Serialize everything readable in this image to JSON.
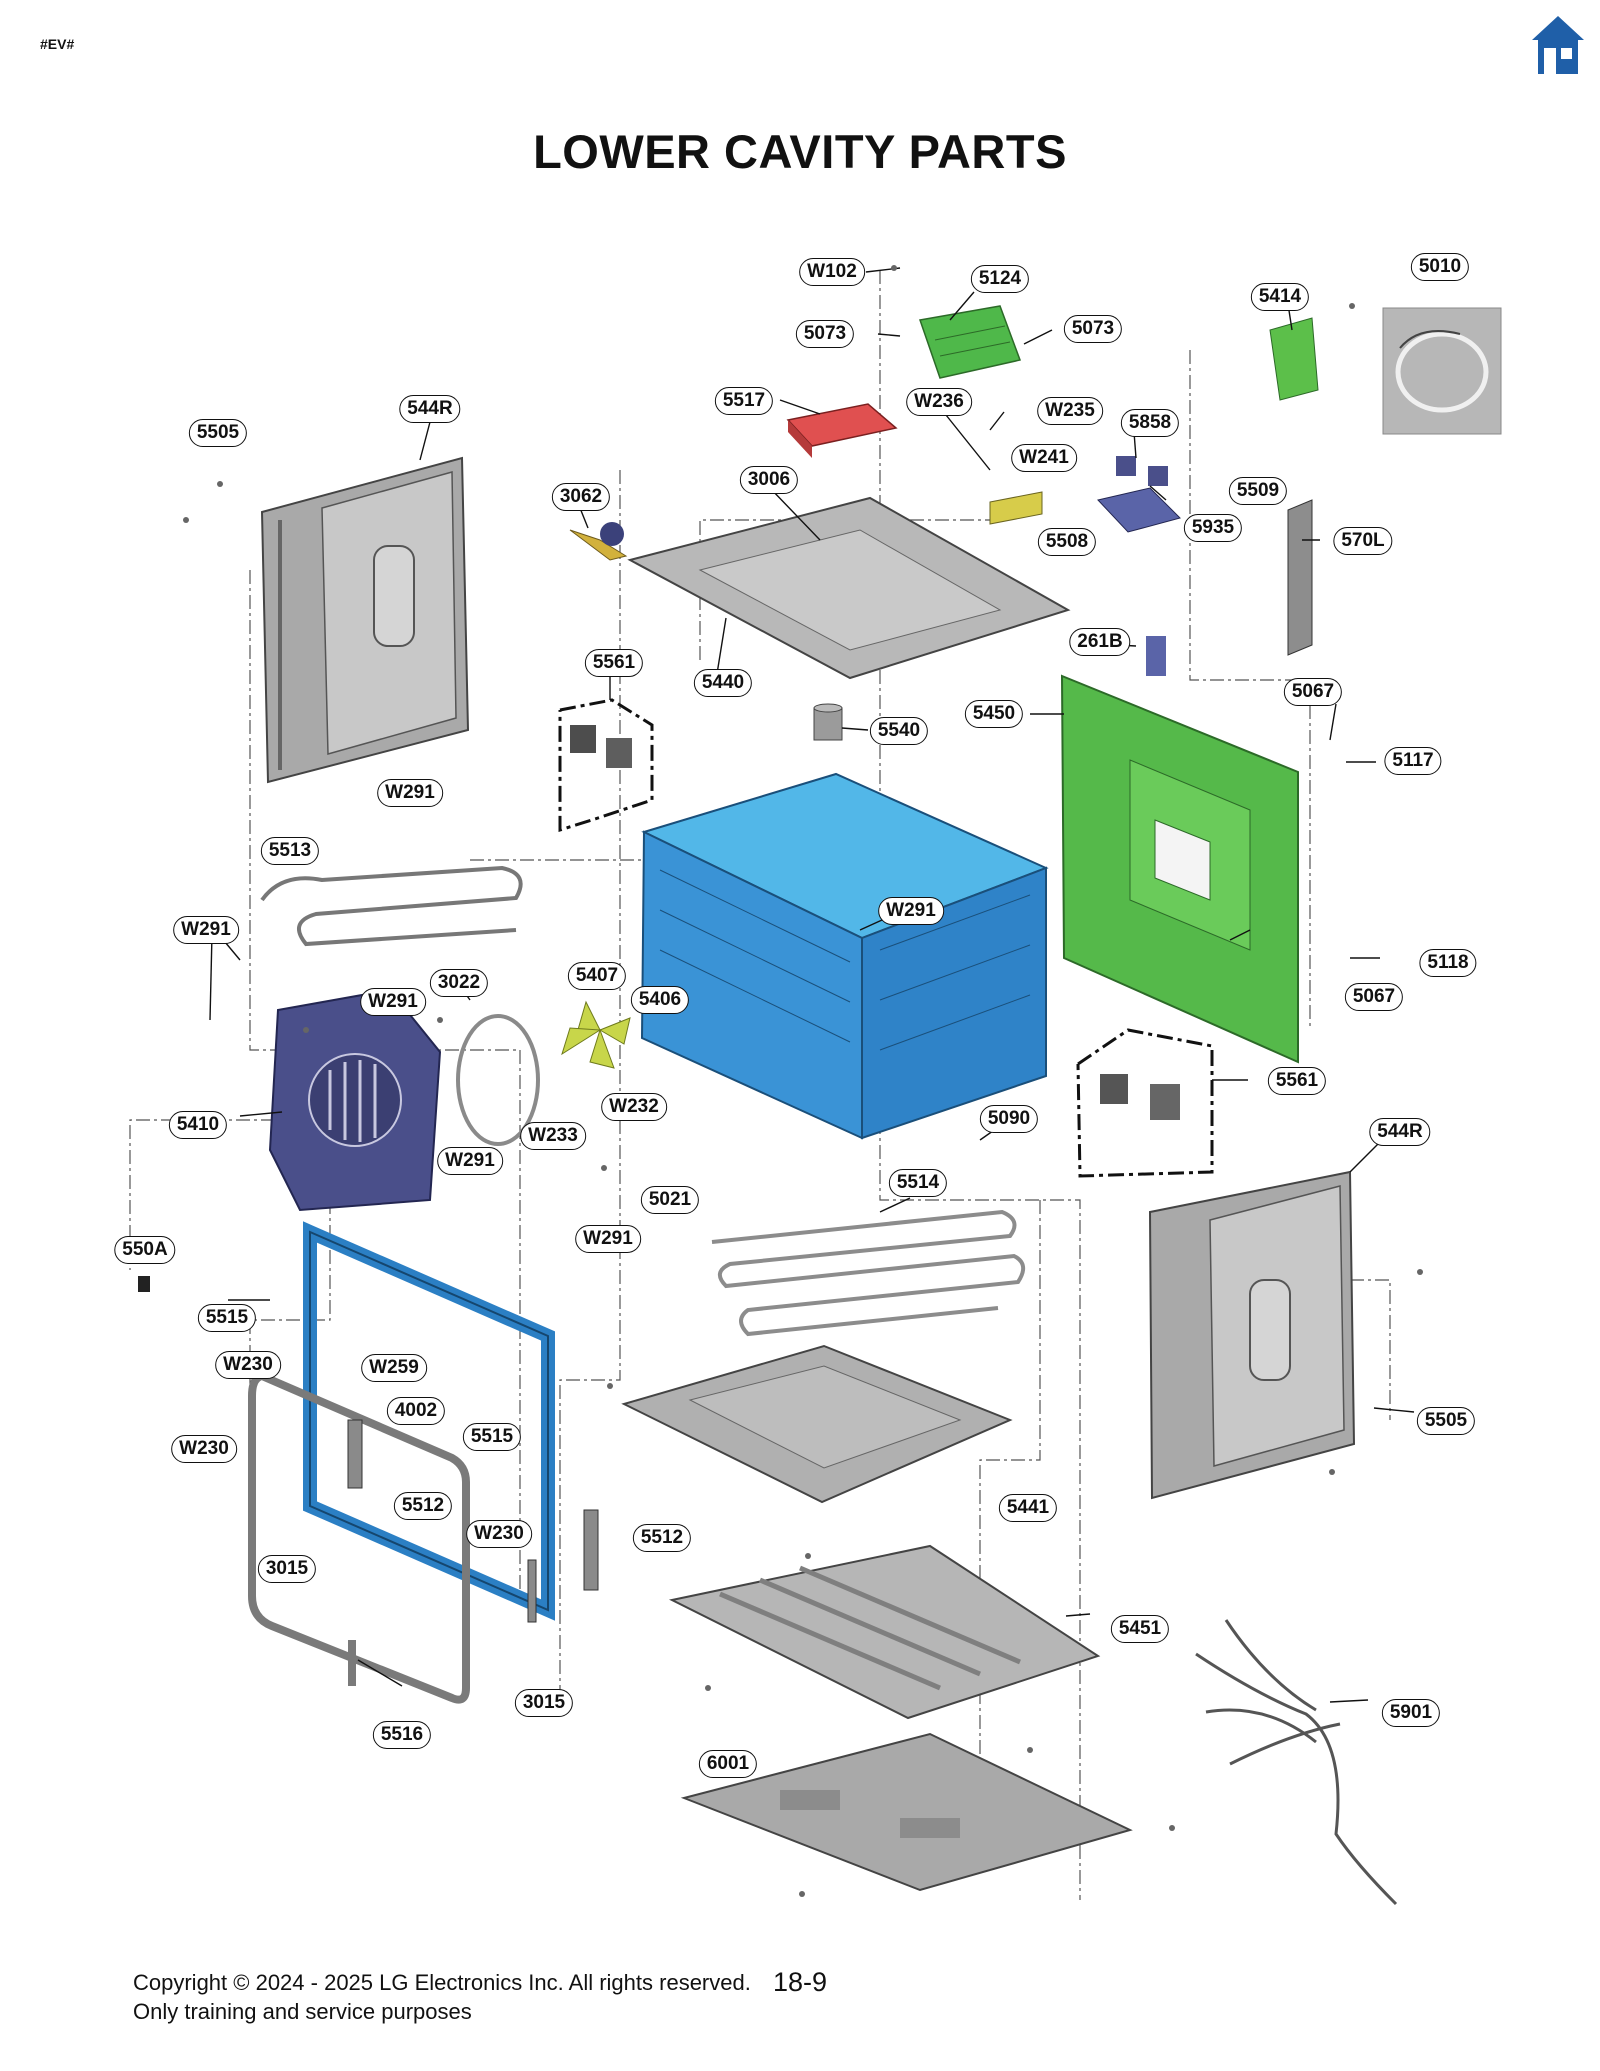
{
  "header": {
    "tag": "#EV#",
    "home_icon": "home-icon",
    "title": "LOWER CAVITY PARTS"
  },
  "colors": {
    "cavity_blue": "#3a9fd8",
    "back_panel_green": "#52b84a",
    "fan_cover_purple": "#4a4f8a",
    "door_frame_blue": "#2b7fc4",
    "sensor_box_red": "#e05050",
    "home_icon_blue": "#1f5fa8"
  },
  "labels": [
    "W102",
    "5124",
    "5073",
    "5073",
    "5010",
    "5414",
    "5517",
    "W236",
    "W235",
    "5858",
    "3006",
    "W241",
    "5509",
    "3062",
    "5935",
    "5508",
    "570L",
    "544R",
    "5505",
    "261B",
    "5561",
    "5440",
    "5540",
    "5450",
    "5067",
    "5117",
    "W291",
    "5513",
    "W291",
    "W291",
    "5118",
    "5067",
    "5407",
    "3022",
    "W291",
    "5406",
    "5561",
    "W232",
    "W233",
    "5410",
    "W291",
    "5090",
    "544R",
    "5021",
    "5514",
    "W291",
    "550A",
    "5515",
    "W230",
    "W259",
    "4002",
    "5515",
    "W230",
    "5505",
    "5441",
    "5512",
    "W230",
    "5512",
    "3015",
    "5451",
    "5901",
    "3015",
    "5516",
    "6001"
  ],
  "footer": {
    "copyright": "Copyright © 2024 - 2025 LG Electronics Inc. All rights reserved.",
    "note": "Only training and service purposes",
    "page": "18-9"
  }
}
